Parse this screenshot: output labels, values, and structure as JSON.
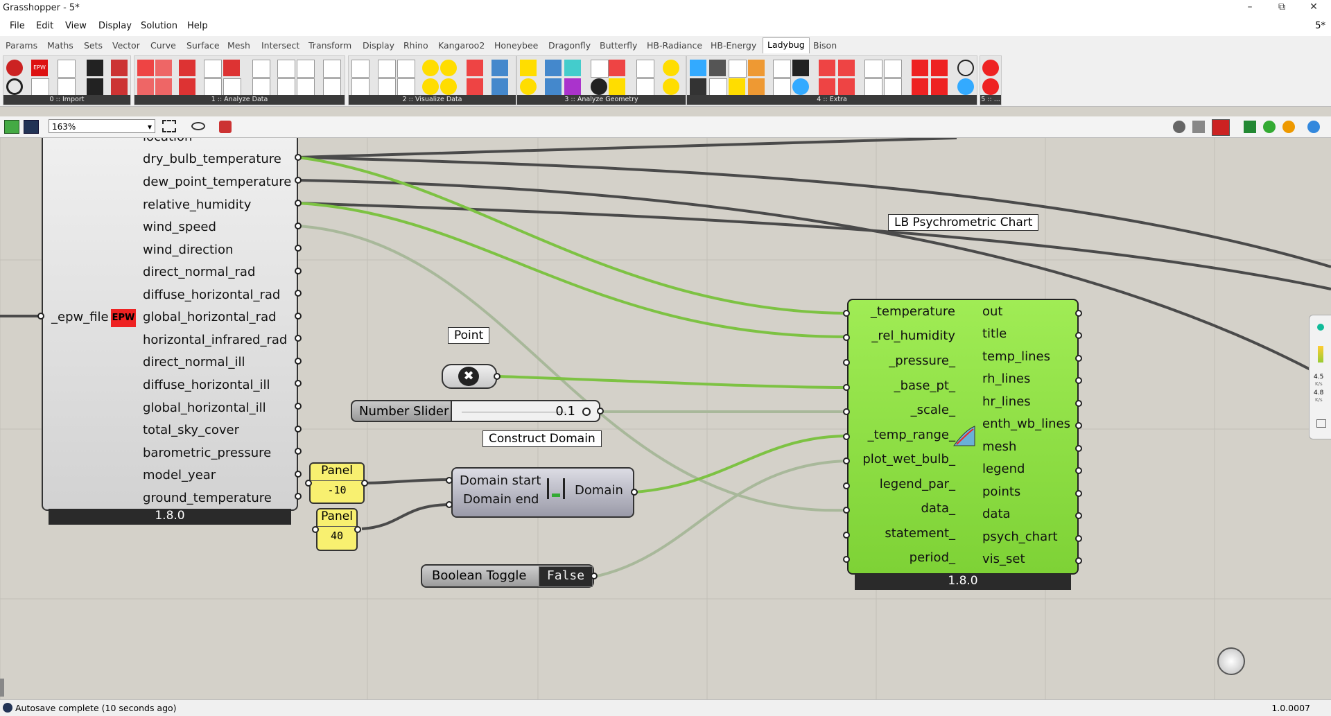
{
  "window": {
    "title": "Grasshopper - 5*",
    "doc_tag": "5*",
    "min_btn": "–",
    "max_btn": "⧉",
    "close_btn": "✕"
  },
  "menu": [
    "File",
    "Edit",
    "View",
    "Display",
    "Solution",
    "Help"
  ],
  "tabs": [
    "Params",
    "Maths",
    "Sets",
    "Vector",
    "Curve",
    "Surface",
    "Mesh",
    "Intersect",
    "Transform",
    "Display",
    "Rhino",
    "Kangaroo2",
    "Honeybee",
    "Dragonfly",
    "Butterfly",
    "HB-Radiance",
    "HB-Energy",
    "Ladybug",
    "Bison"
  ],
  "active_tab": "Ladybug",
  "ribbon_groups": [
    "0 :: Import",
    "1 :: Analyze Data",
    "2 :: Visualize Data",
    "3 :: Analyze Geometry",
    "4 :: Extra",
    "5 :: ..."
  ],
  "zoom": "163%",
  "epw_component": {
    "input": "_epw_file",
    "badge": "EPW",
    "clipped_top_output": "location",
    "outputs": [
      "dry_bulb_temperature",
      "dew_point_temperature",
      "relative_humidity",
      "wind_speed",
      "wind_direction",
      "direct_normal_rad",
      "diffuse_horizontal_rad",
      "global_horizontal_rad",
      "horizontal_infrared_rad",
      "direct_normal_ill",
      "diffuse_horizontal_ill",
      "global_horizontal_ill",
      "total_sky_cover",
      "barometric_pressure",
      "model_year",
      "ground_temperature"
    ],
    "version": "1.8.0"
  },
  "point": {
    "label": "Point"
  },
  "slider": {
    "name": "Number Slider",
    "value": "0.1"
  },
  "domain": {
    "label": "Construct Domain",
    "inputs": [
      "Domain start",
      "Domain end"
    ],
    "output": "Domain"
  },
  "panels": [
    {
      "title": "Panel",
      "value": "-10"
    },
    {
      "title": "Panel",
      "value": "40"
    }
  ],
  "toggle": {
    "name": "Boolean Toggle",
    "value": "False"
  },
  "psych": {
    "label": "LB Psychrometric Chart",
    "inputs": [
      "_temperature",
      "_rel_humidity",
      "_pressure_",
      "_base_pt_",
      "_scale_",
      "_temp_range_",
      "plot_wet_bulb_",
      "legend_par_",
      "data_",
      "statement_",
      "period_"
    ],
    "outputs": [
      "out",
      "title",
      "temp_lines",
      "rh_lines",
      "hr_lines",
      "enth_wb_lines",
      "mesh",
      "legend",
      "points",
      "data",
      "psych_chart",
      "vis_set"
    ],
    "version": "1.8.0"
  },
  "side_widget": {
    "a": "4.5",
    "a_unit": "K/s",
    "b": "4.8",
    "b_unit": "K/s"
  },
  "status": {
    "message": "Autosave complete (10 seconds ago)",
    "version": "1.0.0007"
  },
  "colors": {
    "wire_green": "#7dc243",
    "wire_dark": "#4a4a4a",
    "psych_fill": "#90e040",
    "canvas": "#d4d1c9"
  }
}
